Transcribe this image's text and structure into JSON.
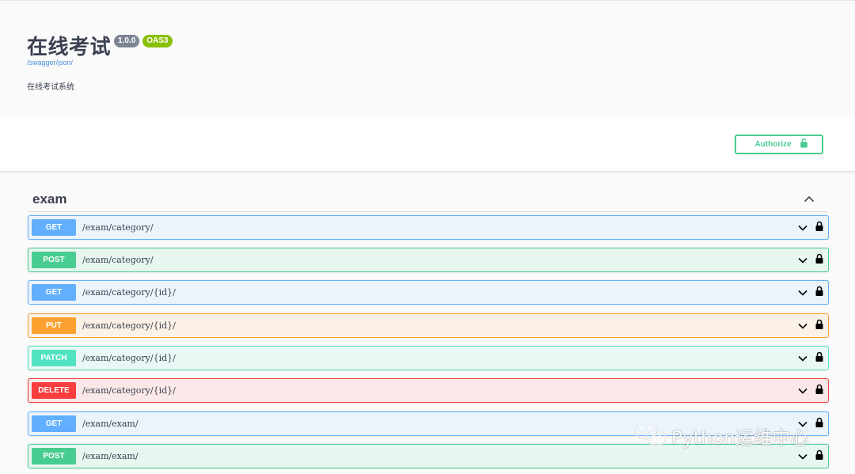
{
  "info": {
    "title": "在线考试",
    "version": "1.0.0",
    "oas": "OAS3",
    "spec_url": "/swagger/json/",
    "description": "在线考试系统"
  },
  "scheme": {
    "authorize_label": "Authorize"
  },
  "tag": {
    "name": "exam"
  },
  "operations": [
    {
      "method": "GET",
      "path": "/exam/category/"
    },
    {
      "method": "POST",
      "path": "/exam/category/"
    },
    {
      "method": "GET",
      "path": "/exam/category/{id}/"
    },
    {
      "method": "PUT",
      "path": "/exam/category/{id}/"
    },
    {
      "method": "PATCH",
      "path": "/exam/category/{id}/"
    },
    {
      "method": "DELETE",
      "path": "/exam/category/{id}/"
    },
    {
      "method": "GET",
      "path": "/exam/exam/"
    },
    {
      "method": "POST",
      "path": "/exam/exam/"
    }
  ],
  "colors": {
    "get": "#61affe",
    "post": "#49cc90",
    "put": "#fca130",
    "patch": "#50e3c2",
    "delete": "#f93e3e"
  },
  "watermark": {
    "text": "Python运维中心",
    "icon": "wechat-icon"
  }
}
